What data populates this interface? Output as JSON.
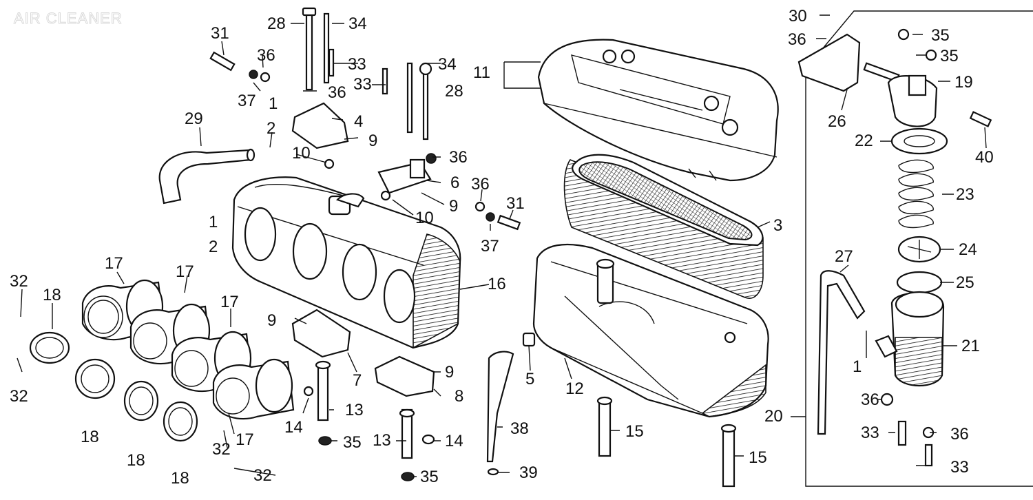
{
  "title": "AIR CLEANER",
  "callouts": [
    {
      "id": "c28a",
      "n": "28"
    },
    {
      "id": "c34a",
      "n": "34"
    },
    {
      "id": "c31a",
      "n": "31"
    },
    {
      "id": "c36a",
      "n": "36"
    },
    {
      "id": "c33a",
      "n": "33"
    },
    {
      "id": "c37a",
      "n": "37"
    },
    {
      "id": "c36b",
      "n": "36"
    },
    {
      "id": "c1a",
      "n": "1"
    },
    {
      "id": "c2a",
      "n": "2"
    },
    {
      "id": "c29",
      "n": "29"
    },
    {
      "id": "c4",
      "n": "4"
    },
    {
      "id": "c9a",
      "n": "9"
    },
    {
      "id": "c10a",
      "n": "10"
    },
    {
      "id": "c34b",
      "n": "34"
    },
    {
      "id": "c33b",
      "n": "33"
    },
    {
      "id": "c28b",
      "n": "28"
    },
    {
      "id": "c36c",
      "n": "36"
    },
    {
      "id": "c6",
      "n": "6"
    },
    {
      "id": "c9b",
      "n": "9"
    },
    {
      "id": "c10b",
      "n": "10"
    },
    {
      "id": "c36d",
      "n": "36"
    },
    {
      "id": "c31b",
      "n": "31"
    },
    {
      "id": "c37b",
      "n": "37"
    },
    {
      "id": "c1b",
      "n": "1"
    },
    {
      "id": "c2b",
      "n": "2"
    },
    {
      "id": "c11",
      "n": "11"
    },
    {
      "id": "c3",
      "n": "3"
    },
    {
      "id": "c16",
      "n": "16"
    },
    {
      "id": "c17a",
      "n": "17"
    },
    {
      "id": "c17b",
      "n": "17"
    },
    {
      "id": "c17c",
      "n": "17"
    },
    {
      "id": "c17d",
      "n": "17"
    },
    {
      "id": "c32a",
      "n": "32"
    },
    {
      "id": "c18a",
      "n": "18"
    },
    {
      "id": "c32b",
      "n": "32"
    },
    {
      "id": "c18b",
      "n": "18"
    },
    {
      "id": "c18c",
      "n": "18"
    },
    {
      "id": "c32c",
      "n": "32"
    },
    {
      "id": "c18d",
      "n": "18"
    },
    {
      "id": "c32d",
      "n": "32"
    },
    {
      "id": "c9c",
      "n": "9"
    },
    {
      "id": "c7",
      "n": "7"
    },
    {
      "id": "c9d",
      "n": "9"
    },
    {
      "id": "c8",
      "n": "8"
    },
    {
      "id": "c14a",
      "n": "14"
    },
    {
      "id": "c13a",
      "n": "13"
    },
    {
      "id": "c35a",
      "n": "35"
    },
    {
      "id": "c13b",
      "n": "13"
    },
    {
      "id": "c14b",
      "n": "14"
    },
    {
      "id": "c35b",
      "n": "35"
    },
    {
      "id": "c5",
      "n": "5"
    },
    {
      "id": "c38",
      "n": "38"
    },
    {
      "id": "c39",
      "n": "39"
    },
    {
      "id": "c12",
      "n": "12"
    },
    {
      "id": "c15a",
      "n": "15"
    },
    {
      "id": "c15b",
      "n": "15"
    },
    {
      "id": "c30",
      "n": "30"
    },
    {
      "id": "c36e",
      "n": "36"
    },
    {
      "id": "c35c",
      "n": "35"
    },
    {
      "id": "c35d",
      "n": "35"
    },
    {
      "id": "c19",
      "n": "19"
    },
    {
      "id": "c26",
      "n": "26"
    },
    {
      "id": "c22",
      "n": "22"
    },
    {
      "id": "c40",
      "n": "40"
    },
    {
      "id": "c23",
      "n": "23"
    },
    {
      "id": "c24",
      "n": "24"
    },
    {
      "id": "c27",
      "n": "27"
    },
    {
      "id": "c25",
      "n": "25"
    },
    {
      "id": "c1c",
      "n": "1"
    },
    {
      "id": "c21",
      "n": "21"
    },
    {
      "id": "c20",
      "n": "20"
    },
    {
      "id": "c36f",
      "n": "36"
    },
    {
      "id": "c33c",
      "n": "33"
    },
    {
      "id": "c36g",
      "n": "36"
    },
    {
      "id": "c33d",
      "n": "33"
    }
  ]
}
